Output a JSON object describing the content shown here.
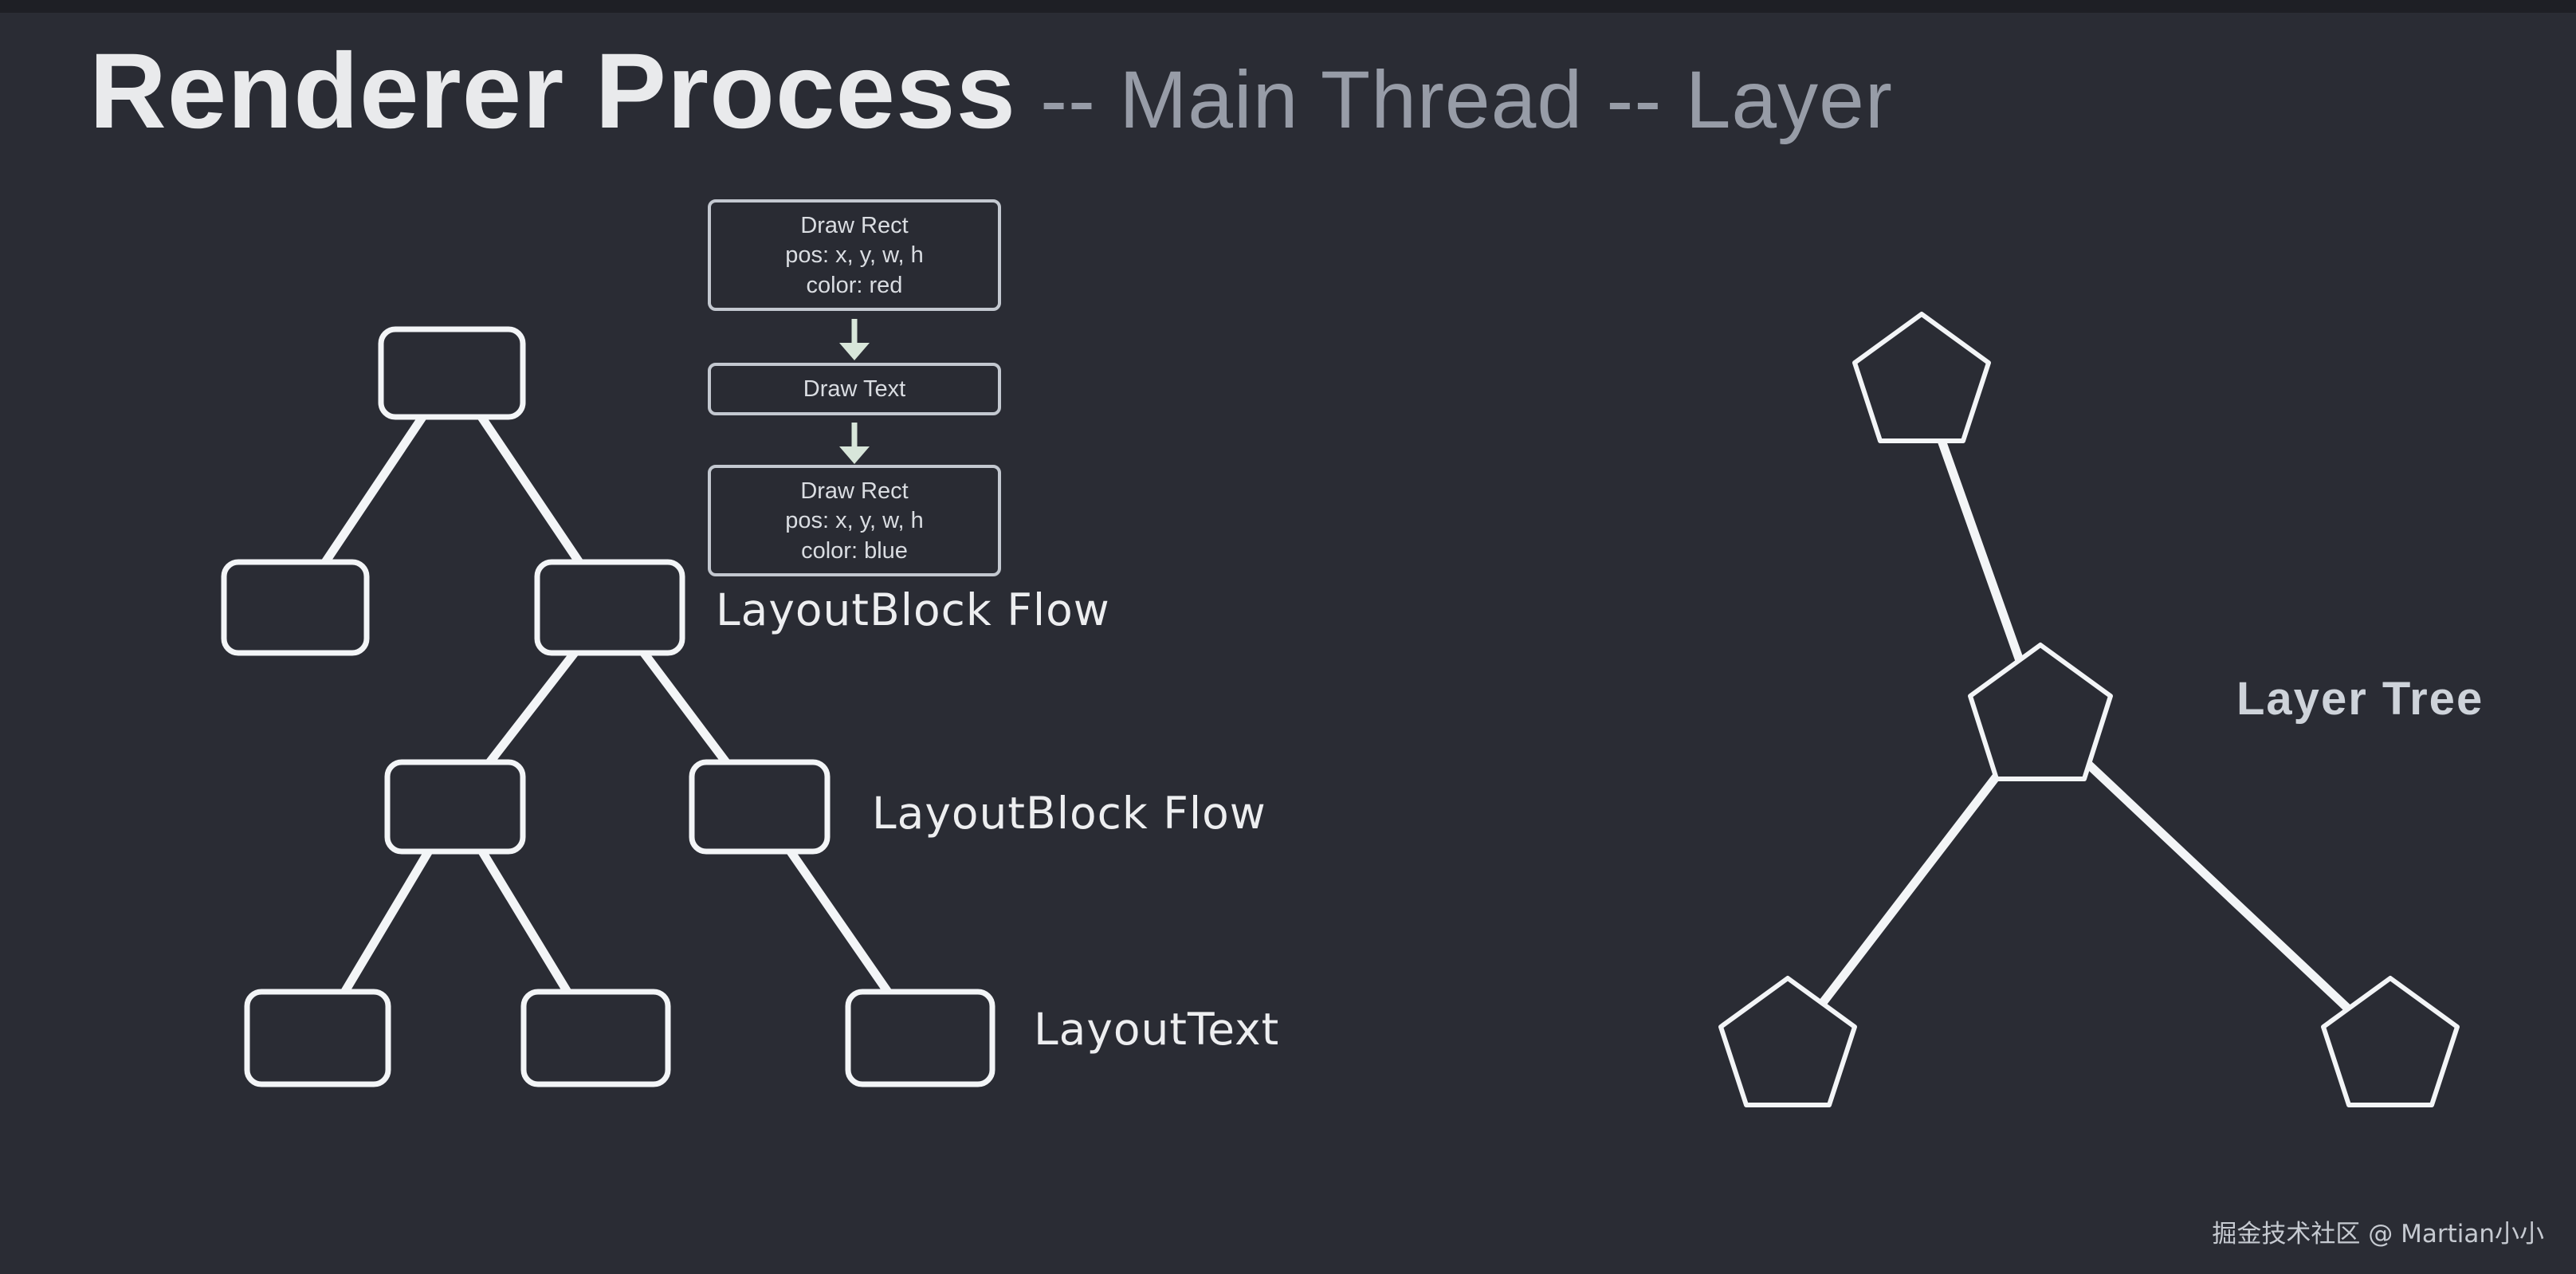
{
  "header": {
    "title": "Renderer Process",
    "subtitle": "-- Main Thread -- Layer"
  },
  "display_list": {
    "boxes": [
      {
        "lines": [
          "Draw Rect",
          "pos: x, y, w, h",
          "color: red"
        ]
      },
      {
        "lines": [
          "Draw Text"
        ]
      },
      {
        "lines": [
          "Draw Rect",
          "pos: x, y, w, h",
          "color: blue"
        ]
      }
    ]
  },
  "labels": {
    "layout_block_flow_1": "LayoutBlock Flow",
    "layout_block_flow_2": "LayoutBlock Flow",
    "layout_text": "LayoutText",
    "layer_tree": "Layer Tree"
  },
  "layout_tree": {
    "node_shape": "rounded-rect",
    "node_count": 8,
    "structure": "root -> [leaf, block]; block -> [blockA, blockB]; blockA -> [leaf, leaf]; blockB -> [leaf]"
  },
  "layer_tree": {
    "node_shape": "pentagon",
    "node_count": 4,
    "structure": "top -> middle; middle -> [bottom-left, bottom-right]"
  },
  "watermark": "掘金技术社区 @ Martian小小",
  "colors": {
    "background": "#2a2c34",
    "tree_stroke": "#f3f5f7",
    "flow_box_border": "#c3c8d0",
    "flow_box_text": "#dadde2",
    "arrow": "#d8e6da",
    "title": "#e9eaec",
    "subtitle": "#979ca7",
    "label": "#edeef0",
    "layer_tree_label": "#ced3da",
    "watermark": "#c6cad1"
  }
}
